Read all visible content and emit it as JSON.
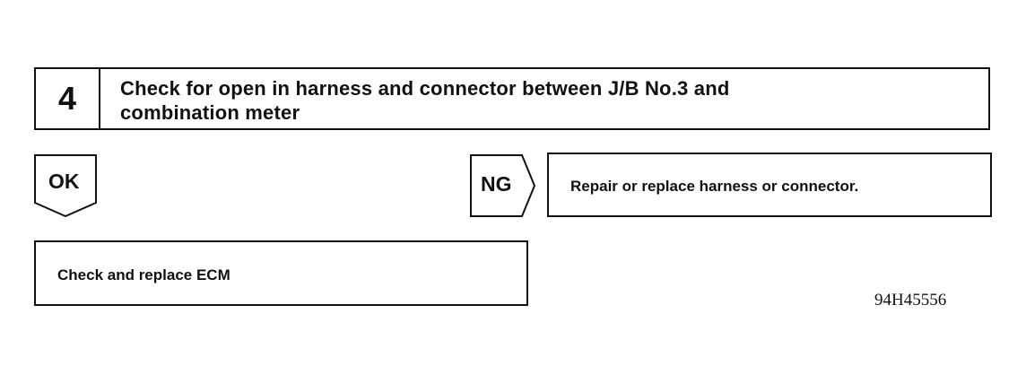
{
  "step": {
    "number": "4",
    "title_line1": "Check for open in harness and connector between J/B No.3 and",
    "title_line2": "combination meter"
  },
  "ok_branch": {
    "tag": "OK",
    "action": "Check and replace ECM"
  },
  "ng_branch": {
    "tag": "NG",
    "action": "Repair or replace harness or connector."
  },
  "figure_id": "94H45556"
}
